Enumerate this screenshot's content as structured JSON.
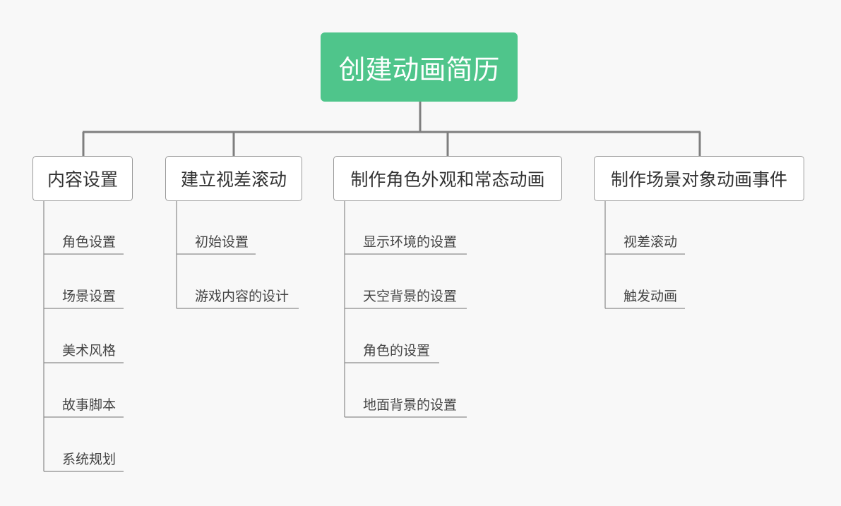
{
  "root": {
    "label": "创建动画简历"
  },
  "branches": [
    {
      "label": "内容设置",
      "children": [
        "角色设置",
        "场景设置",
        "美术风格",
        "故事脚本",
        "系统规划"
      ]
    },
    {
      "label": "建立视差滚动",
      "children": [
        "初始设置",
        "游戏内容的设计"
      ]
    },
    {
      "label": "制作角色外观和常态动画",
      "children": [
        "显示环境的设置",
        "天空背景的设置",
        "角色的设置",
        "地面背景的设置"
      ]
    },
    {
      "label": "制作场景对象动画事件",
      "children": [
        "视差滚动",
        "触发动画"
      ]
    }
  ],
  "colors": {
    "root_fill": "#4fc58b",
    "line": "#808080",
    "background": "#f8f8f8"
  }
}
